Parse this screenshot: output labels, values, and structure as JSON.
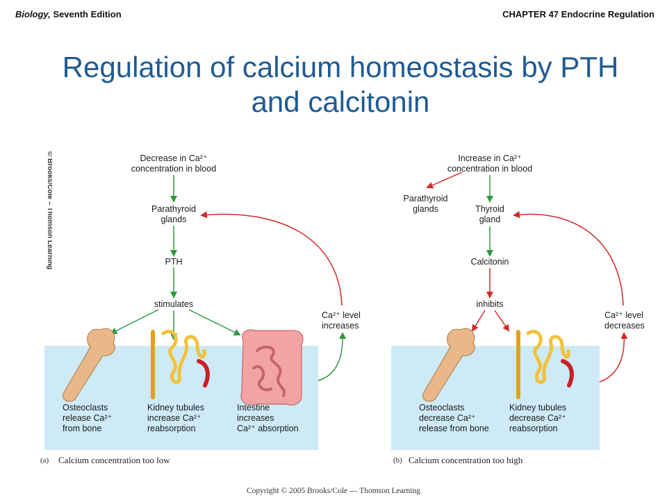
{
  "header": {
    "book_title_italic": "Biology,",
    "book_edition": " Seventh Edition",
    "chapter": "CHAPTER 47 Endocrine Regulation"
  },
  "title": "Regulation of calcium homeostasis by PTH and calcitonin",
  "sidebar_credit": "© Brooks/Cole – Thomson Learning",
  "left_diagram": {
    "trigger": "Decrease in Ca²⁺\nconcentration in blood",
    "gland": "Parathyroid\nglands",
    "hormone": "PTH",
    "action": "stimulates",
    "feedback": "Ca²⁺ level\nincreases",
    "effects": [
      "Osteoclasts\nrelease Ca²⁺\nfrom bone",
      "Kidney tubules\nincrease Ca²⁺\nreabsorption",
      "Intestine\nincreases\nCa²⁺ absorption"
    ],
    "caption": "Calcium concentration too low",
    "marker": "(a)"
  },
  "right_diagram": {
    "trigger": "Increase in Ca²⁺\nconcentration in blood",
    "side_gland": "Parathyroid\nglands",
    "gland": "Thyroid\ngland",
    "hormone": "Calcitonin",
    "action": "inhibits",
    "feedback": "Ca²⁺ level\ndecreases",
    "effects": [
      "Osteoclasts\ndecrease Ca²⁺\nrelease from bone",
      "Kidney tubules\ndecrease Ca²⁺\nreabsorption"
    ],
    "caption": "Calcium concentration too high",
    "marker": "(b)"
  },
  "copyright": "Copyright © 2005 Brooks/Cole — Thomson Learning",
  "colors": {
    "title": "#1f5a93",
    "panel": "#cdeaf6",
    "stimulate_arrow": "#2e9a3e",
    "inhibit_arrow": "#d02a2a",
    "bone": "#e8b88a",
    "kidney_tubule": "#f2c23a",
    "intestine": "#f3a3a3"
  },
  "icons": [
    "bone-icon",
    "kidney-tubule-icon",
    "intestine-icon"
  ]
}
